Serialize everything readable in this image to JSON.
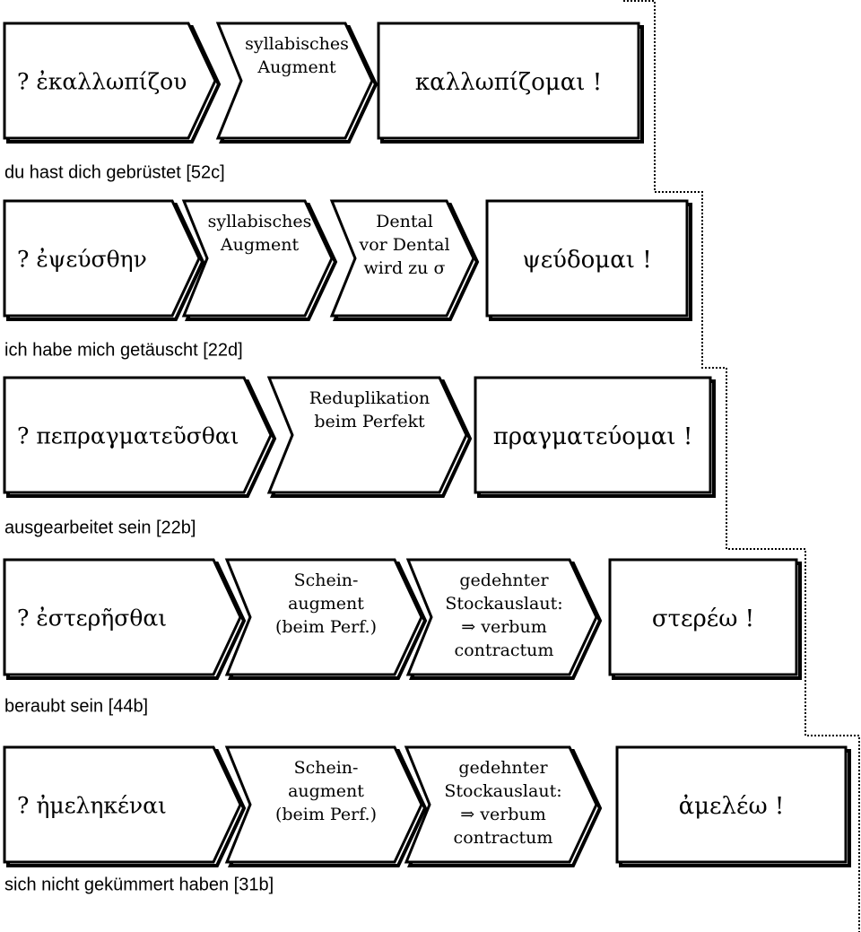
{
  "colors": {
    "stroke": "#000000",
    "background": "#ffffff"
  },
  "rows": [
    {
      "question": "? ἐκαλλωπίζου",
      "steps": [
        {
          "lines": [
            "syllabisches",
            "Augment"
          ]
        }
      ],
      "answer": "καλλωπίζομαι !",
      "translation": "du hast dich gebrüstet [52c]"
    },
    {
      "question": "? ἐψεύσθην",
      "steps": [
        {
          "lines": [
            "syllabisches",
            "Augment"
          ]
        },
        {
          "lines": [
            "Dental",
            "vor Dental",
            "wird zu σ"
          ]
        }
      ],
      "answer": "ψεύδομαι !",
      "translation": "ich habe mich getäuscht [22d]"
    },
    {
      "question": "? πεπραγματεῦσθαι",
      "steps": [
        {
          "lines": [
            "Reduplikation",
            "beim Perfekt"
          ]
        }
      ],
      "answer": "πραγματεύομαι !",
      "translation": "ausgearbeitet sein [22b]"
    },
    {
      "question": "? ἐστερῆσθαι",
      "steps": [
        {
          "lines": [
            "Schein-",
            "augment",
            "(beim Perf.)"
          ]
        },
        {
          "lines": [
            "gedehnter",
            "Stockauslaut:",
            "⇒ verbum",
            "contractum"
          ]
        }
      ],
      "answer": "στερέω !",
      "translation": "beraubt sein [44b]"
    },
    {
      "question": "? ἠμεληκέναι",
      "steps": [
        {
          "lines": [
            "Schein-",
            "augment",
            "(beim Perf.)"
          ]
        },
        {
          "lines": [
            "gedehnter",
            "Stockauslaut:",
            "⇒ verbum",
            "contractum"
          ]
        }
      ],
      "answer": "ἀμελέω !",
      "translation": "sich nicht gekümmert haben [31b]"
    }
  ]
}
